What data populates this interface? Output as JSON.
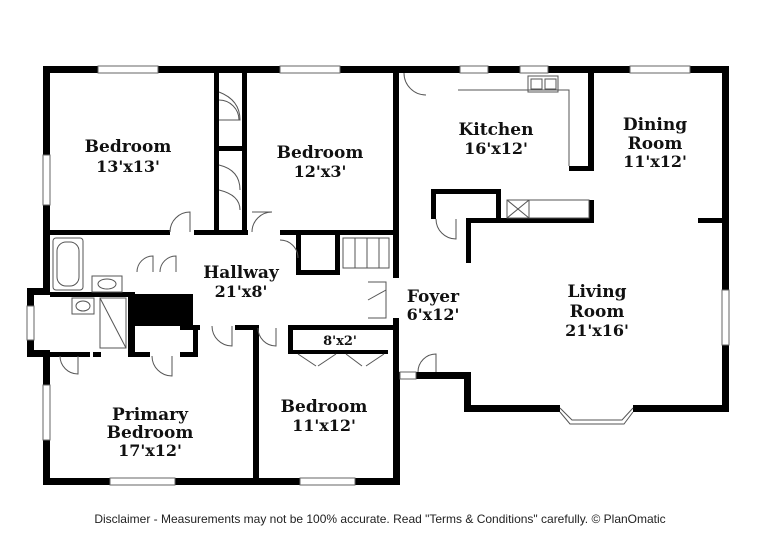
{
  "rooms": {
    "bedroom_nw": {
      "name": "Bedroom",
      "dim": "13'x13'"
    },
    "bedroom_n": {
      "name": "Bedroom",
      "dim": "12'x3'"
    },
    "kitchen": {
      "name": "Kitchen",
      "dim": "16'x12'"
    },
    "dining": {
      "name_line1": "Dining",
      "name_line2": "Room",
      "dim": "11'x12'"
    },
    "hallway": {
      "name": "Hallway",
      "dim": "21'x8'"
    },
    "foyer": {
      "name": "Foyer",
      "dim": "6'x12'"
    },
    "living": {
      "name_line1": "Living",
      "name_line2": "Room",
      "dim": "21'x16'"
    },
    "closet": {
      "dim": "8'x2'"
    },
    "primary": {
      "name_line1": "Primary",
      "name_line2": "Bedroom",
      "dim": "17'x12'"
    },
    "bedroom_s": {
      "name": "Bedroom",
      "dim": "11'x12'"
    }
  },
  "disclaimer": "Disclaimer - Measurements may not be 100% accurate. Read \"Terms & Conditions\" carefully. © PlanOmatic"
}
